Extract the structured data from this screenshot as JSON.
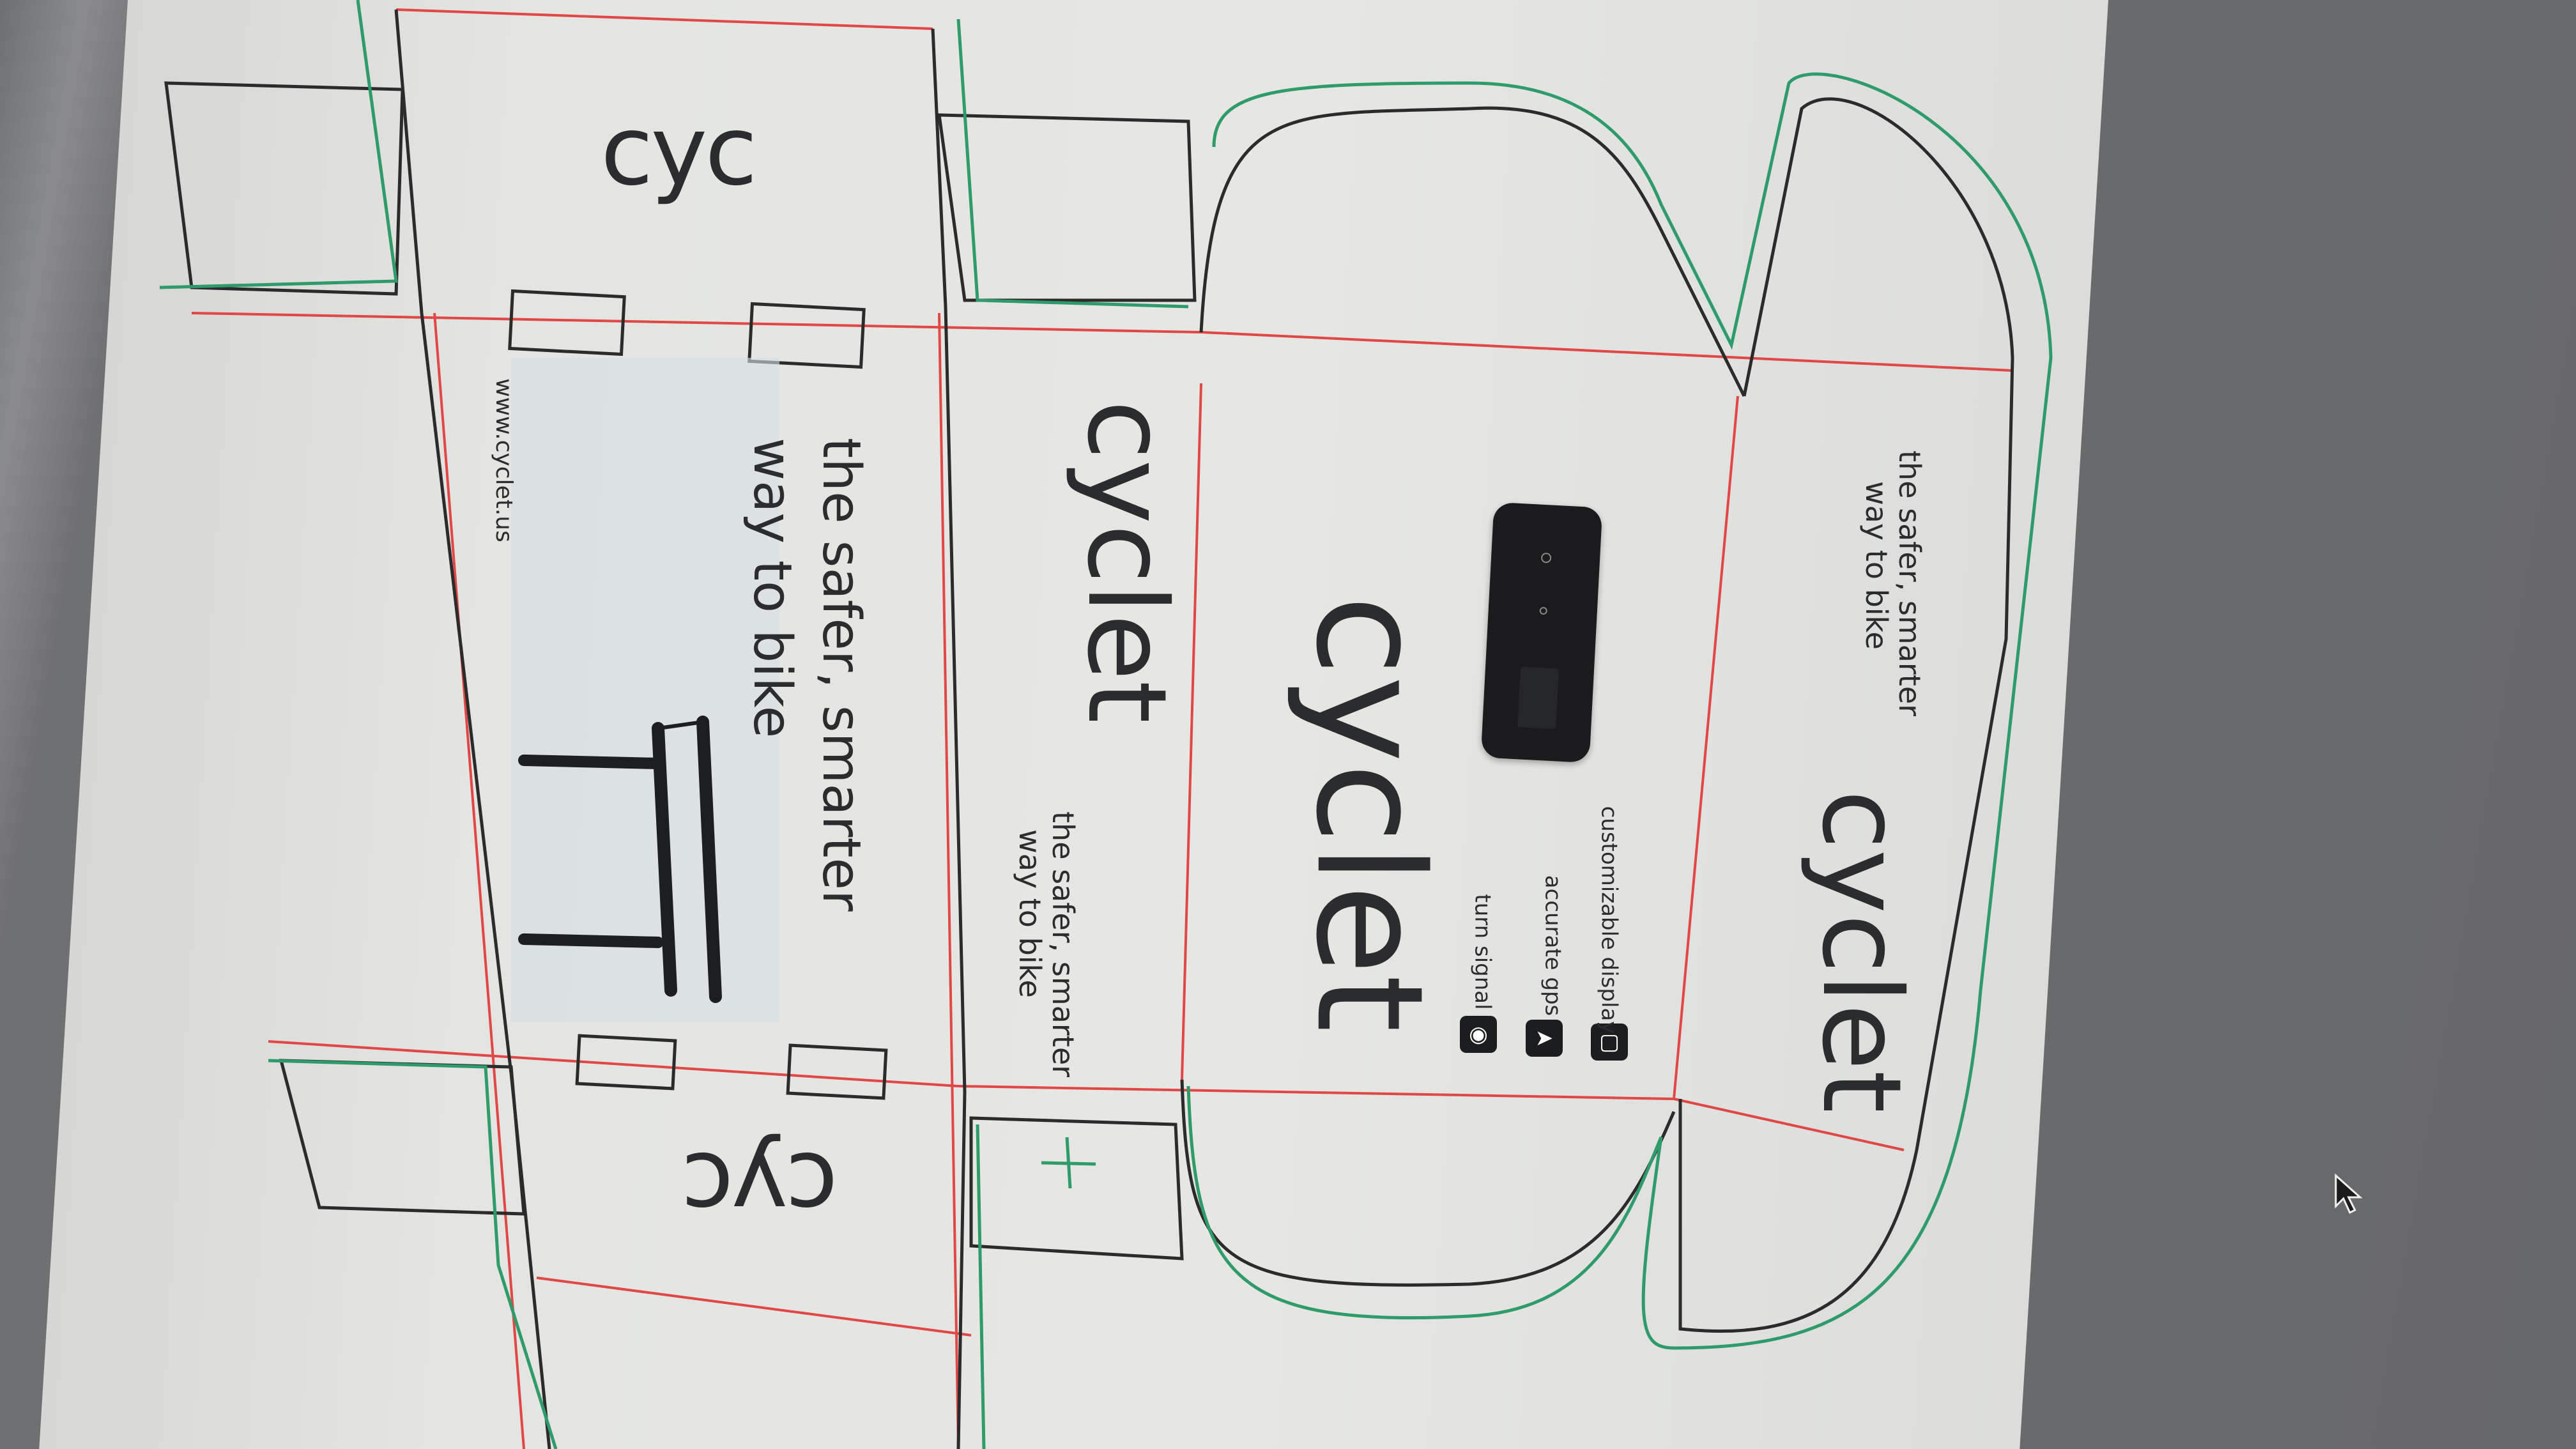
{
  "packaging": {
    "logo_partial": "cyc",
    "brand": "cyclet",
    "tagline_line1": "the safer, smarter",
    "tagline_line2": "way to bike",
    "url": "www.cyclet.us",
    "features": [
      {
        "title": "turn signal",
        "icon": "turn-signal-icon",
        "glyph": "◉"
      },
      {
        "title": "accurate gps",
        "icon": "gps-arrow-icon",
        "glyph": "➤"
      },
      {
        "title": "customizable display",
        "icon": "display-icon",
        "glyph": "▢"
      }
    ]
  },
  "colors": {
    "cut_line": "#2b2b2b",
    "fold_line": "#e04848",
    "bleed_line": "#2f9a6a",
    "paper": "#e4e5e1"
  }
}
